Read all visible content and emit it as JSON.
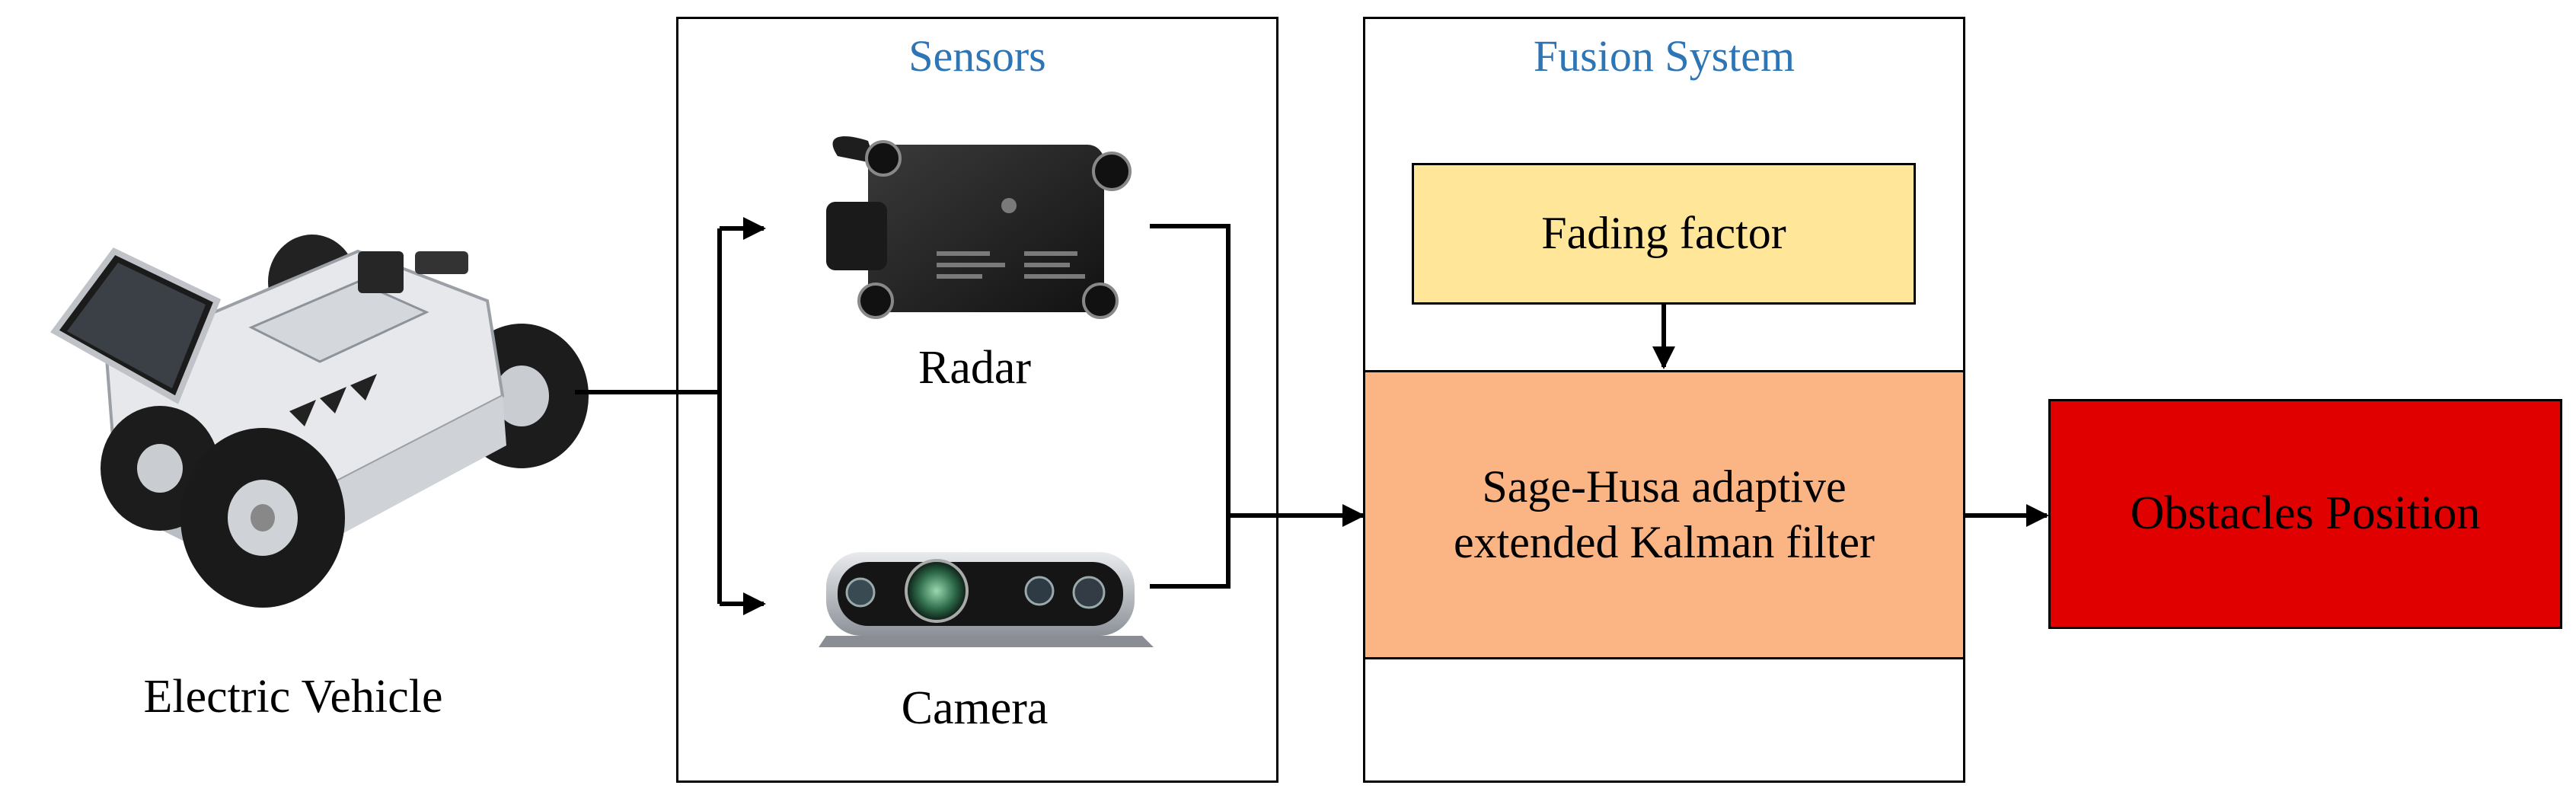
{
  "colors": {
    "title_blue": "#2e75b6",
    "fading_fill": "#ffe699",
    "filter_fill": "#fbb584",
    "obstacles_fill": "#e00000",
    "line": "#000000"
  },
  "vehicle": {
    "label": "Electric Vehicle",
    "image": "robot-vehicle-icon"
  },
  "sensors": {
    "title": "Sensors",
    "radar": {
      "label": "Radar",
      "image": "radar-sensor-icon"
    },
    "camera": {
      "label": "Camera",
      "image": "depth-camera-icon"
    }
  },
  "fusion": {
    "title": "Fusion System",
    "fading": "Fading factor",
    "filter_line1": "Sage-Husa adaptive",
    "filter_line2": "extended Kalman filter"
  },
  "output": {
    "label": "Obstacles Position"
  }
}
